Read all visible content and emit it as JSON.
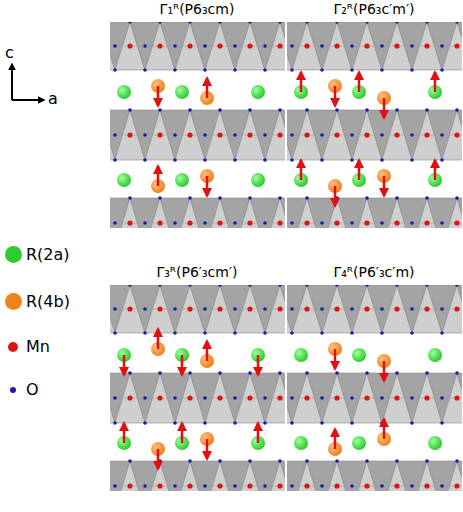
{
  "diagram": {
    "labels": [
      "c",
      "a",
      "Γ₁ᴿ(P6₃cm)",
      "Γ₂ᴿ(P6₃c′m′)",
      "Γ₃ᴿ(P6′₃cm′)",
      "Γ₄ᴿ(P6′₃c′m)"
    ],
    "legend": [
      {
        "text": "R(2a)",
        "color": "#2fcc2f"
      },
      {
        "text": "R(4b)",
        "color": "#f0821e"
      },
      {
        "text": "Mn",
        "color": "#dd1515"
      },
      {
        "text": "O",
        "color": "#1c1ca8"
      }
    ]
  }
}
